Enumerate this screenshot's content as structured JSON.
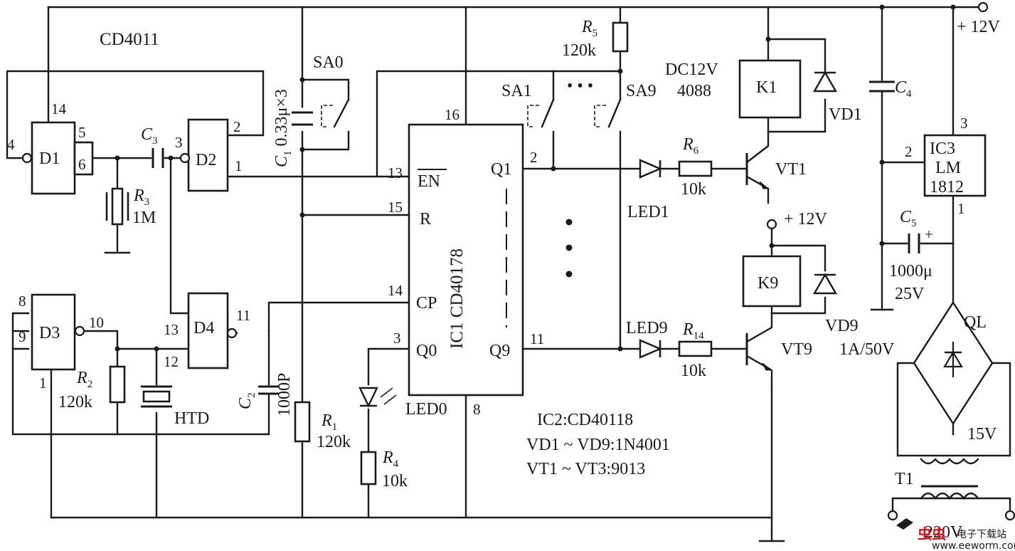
{
  "ic_labels": {
    "nand_chip": "CD4011",
    "d1": "D1",
    "d2": "D2",
    "d3": "D3",
    "d4": "D4",
    "ic1_name": "IC1 CD40178",
    "ic1_en": "EN",
    "ic1_r": "R",
    "ic1_cp": "CP",
    "ic1_q0": "Q0",
    "ic1_q1": "Q1",
    "ic1_q9": "Q9",
    "ic3_l1": "IC3",
    "ic3_l2": "LM",
    "ic3_l3": "1812"
  },
  "pins": {
    "d1_4": "4",
    "d1_14": "14",
    "d1_5": "5",
    "d1_6": "6",
    "d2_3": "3",
    "d2_2": "2",
    "d2_1": "1",
    "d3_8": "8",
    "d3_9": "9",
    "d3_10": "10",
    "d3_1": "1",
    "d4_13": "13",
    "d4_12": "12",
    "d4_11": "11",
    "ic1_13": "13",
    "ic1_15": "15",
    "ic1_14": "14",
    "ic1_3": "3",
    "ic1_16": "16",
    "ic1_2": "2",
    "ic1_11": "11",
    "ic1_8": "8",
    "ic3_3": "3",
    "ic3_2": "2",
    "ic3_1": "1"
  },
  "components": {
    "c1_name": "C",
    "c1_sub": "1",
    "c1_val": "0.33μ×3",
    "c2_name": "C",
    "c2_sub": "2",
    "c2_val": "1000P",
    "c3_name": "C",
    "c3_sub": "3",
    "c4_name": "C",
    "c4_sub": "4",
    "c5_name": "C",
    "c5_sub": "5",
    "c5_val1": "1000μ",
    "c5_val2": "25V",
    "c5_plus": "+",
    "r1_name": "R",
    "r1_sub": "1",
    "r1_val": "120k",
    "r2_name": "R",
    "r2_sub": "2",
    "r2_val": "120k",
    "r3_name": "R",
    "r3_sub": "3",
    "r3_val": "1M",
    "r4_name": "R",
    "r4_sub": "4",
    "r4_val": "10k",
    "r5_name": "R",
    "r5_sub": "5",
    "r5_val": "120k",
    "r6_name": "R",
    "r6_sub": "6",
    "r6_val": "10k",
    "r14_name": "R",
    "r14_sub": "14",
    "r14_val": "10k",
    "sa0": "SA0",
    "sa1": "SA1",
    "sa9": "SA9",
    "sa_dots": "• • •",
    "led0": "LED0",
    "led1": "LED1",
    "led9": "LED9",
    "vt1": "VT1",
    "vt9": "VT9",
    "k1": "K1",
    "k9": "K9",
    "relay_spec1": "DC12V",
    "relay_spec2": "4088",
    "vd1": "VD1",
    "vd9": "VD9",
    "vd9_spec": "1A/50V",
    "ql": "QL",
    "htd": "HTD",
    "t1": "T1",
    "v15": "15V",
    "v220": "220V",
    "vcc_top": "+ 12V",
    "vcc_mid": "+ 12V"
  },
  "notes": {
    "line1": "IC2:CD40118",
    "line2": "VD1 ~ VD9:1N4001",
    "line3": "VT1 ~ VT3:9013"
  },
  "watermark": {
    "logo": "虫虫",
    "site_cn": "电子下载站",
    "url": "www.eeworm.com"
  }
}
